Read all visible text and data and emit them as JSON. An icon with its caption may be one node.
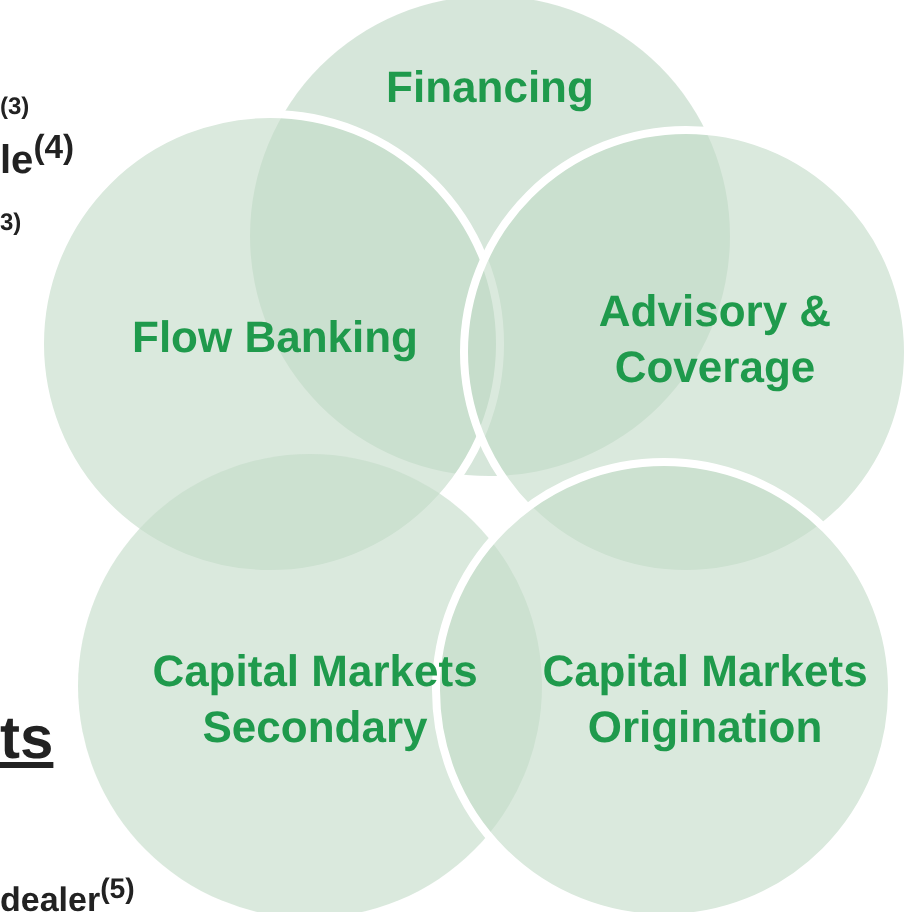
{
  "diagram": {
    "nodes": [
      {
        "text": [
          "Financing"
        ]
      },
      {
        "text": [
          "Flow Banking"
        ]
      },
      {
        "text": [
          "Advisory & Coverage"
        ]
      },
      {
        "text": [
          "Capital Markets Secondary"
        ]
      },
      {
        "text": [
          "Capital Markets Origination"
        ]
      }
    ],
    "labels": [
      "(3)",
      "le$^{(4)}$",
      "3)",
      "ts",
      "dealer$^{(5)}$"
    ]
  }
}
